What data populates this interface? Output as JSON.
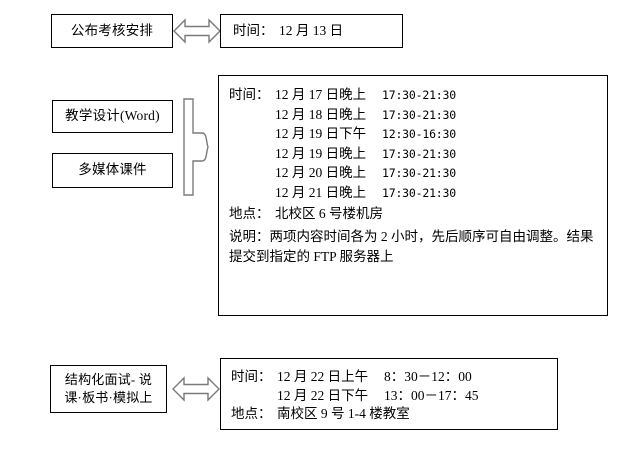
{
  "document": {
    "title": "考核安排流程图",
    "background": "#ffffff",
    "text_color": "#000000",
    "line_color": "#000000",
    "connector_color": "#7a7a7a"
  },
  "row_publish": {
    "node_label": "公布考核安排",
    "panel": {
      "time_label": "时间：",
      "time_value": "12 月 13 日"
    },
    "connector": "double-headed-arrow"
  },
  "row_main": {
    "nodes": [
      {
        "label": "教学设计(Word)"
      },
      {
        "label": "多媒体课件"
      }
    ],
    "connector": "curly-brace",
    "panel": {
      "time_label": "时间：",
      "schedule": [
        {
          "date": "12 月 17 日晚上",
          "time": "17:30-21:30"
        },
        {
          "date": "12 月 18 日晚上",
          "time": "17:30-21:30"
        },
        {
          "date": "12 月 19 日下午",
          "time": "12:30-16:30"
        },
        {
          "date": "12 月 19 日晚上",
          "time": "17:30-21:30"
        },
        {
          "date": "12 月 20 日晚上",
          "time": "17:30-21:30"
        },
        {
          "date": "12 月 21 日晚上",
          "time": "17:30-21:30"
        }
      ],
      "place_label": "地点：",
      "place_value": "北校区 6 号楼机房",
      "note_label": "说明：",
      "note_value": "两项内容时间各为 2 小时，先后顺序可自由调整。结果提交到指定的 FTP 服务器上"
    }
  },
  "row_interview": {
    "node_label_line1": "结构化面试- 说",
    "node_label_line2": "课·板书·模拟上",
    "connector": "double-headed-arrow",
    "panel": {
      "time_label": "时间：",
      "schedule": [
        {
          "date": "12 月 22 日上午",
          "time": "8：30－12：00"
        },
        {
          "date": "12 月 22 日下午",
          "time": "13：00－17：45"
        }
      ],
      "place_label": "地点：",
      "place_value": "南校区 9 号 1-4 楼教室"
    }
  }
}
